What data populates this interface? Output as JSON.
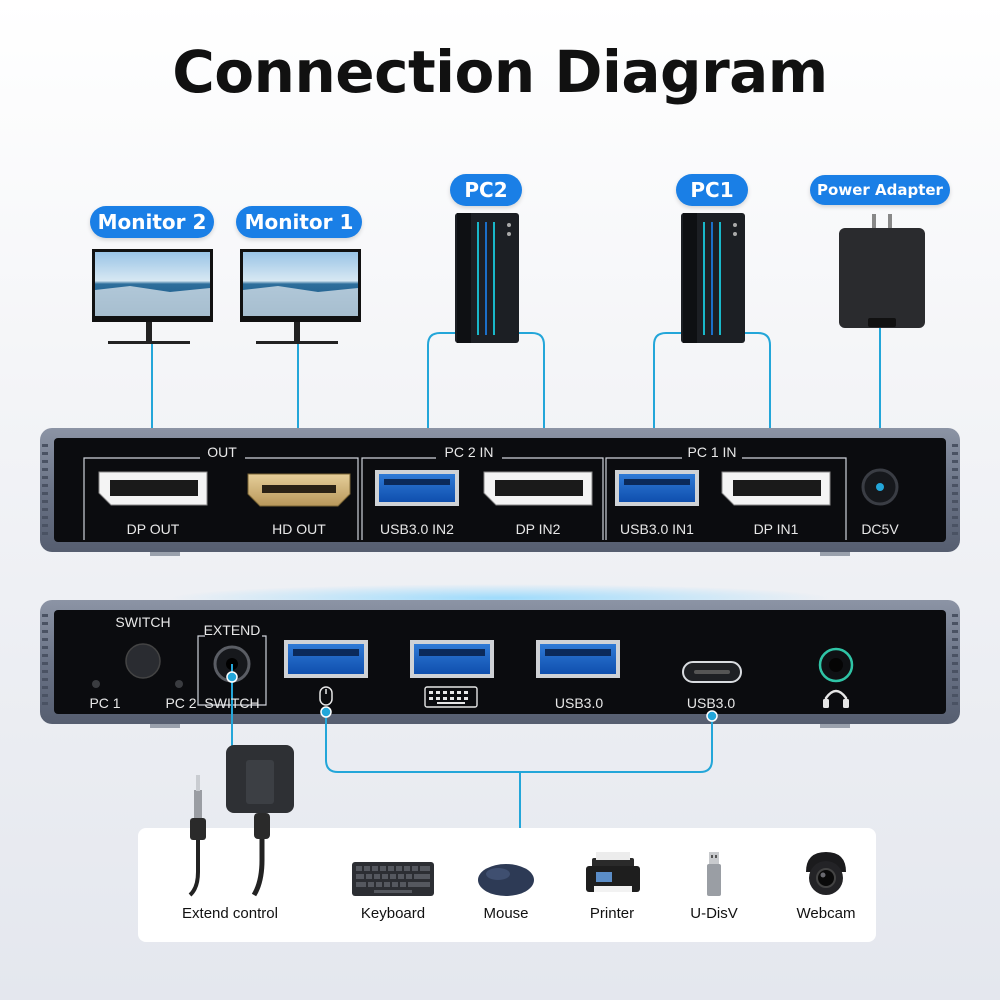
{
  "title": "Connection Diagram",
  "top_labels": {
    "monitor2": "Monitor 2",
    "monitor1": "Monitor 1",
    "pc2": "PC2",
    "pc1": "PC1",
    "power_adapter": "Power Adapter"
  },
  "back_panel": {
    "group_out": "OUT",
    "group_pc2": "PC 2 IN",
    "group_pc1": "PC 1 IN",
    "ports": {
      "dp_out": "DP OUT",
      "hd_out": "HD OUT",
      "usb_in2": "USB3.0 IN2",
      "dp_in2": "DP IN2",
      "usb_in1": "USB3.0 IN1",
      "dp_in1": "DP IN1",
      "dc": "DC5V"
    }
  },
  "front_panel": {
    "switch_label": "SWITCH",
    "extend_label": "EXTEND",
    "extend_switch_label": "SWITCH",
    "pc1_led": "PC 1",
    "pc2_led": "PC 2",
    "usb3_a_label": "USB3.0",
    "usb3_c_label": "USB3.0"
  },
  "peripherals": {
    "extend_control": "Extend control",
    "keyboard": "Keyboard",
    "mouse": "Mouse",
    "printer": "Printer",
    "udisk": "U-DisV",
    "webcam": "Webcam"
  },
  "colors": {
    "accent": "#1a7fe6",
    "line": "#23a6d9",
    "device_shell": "#6b7488",
    "panel": "#0b0c0f"
  }
}
